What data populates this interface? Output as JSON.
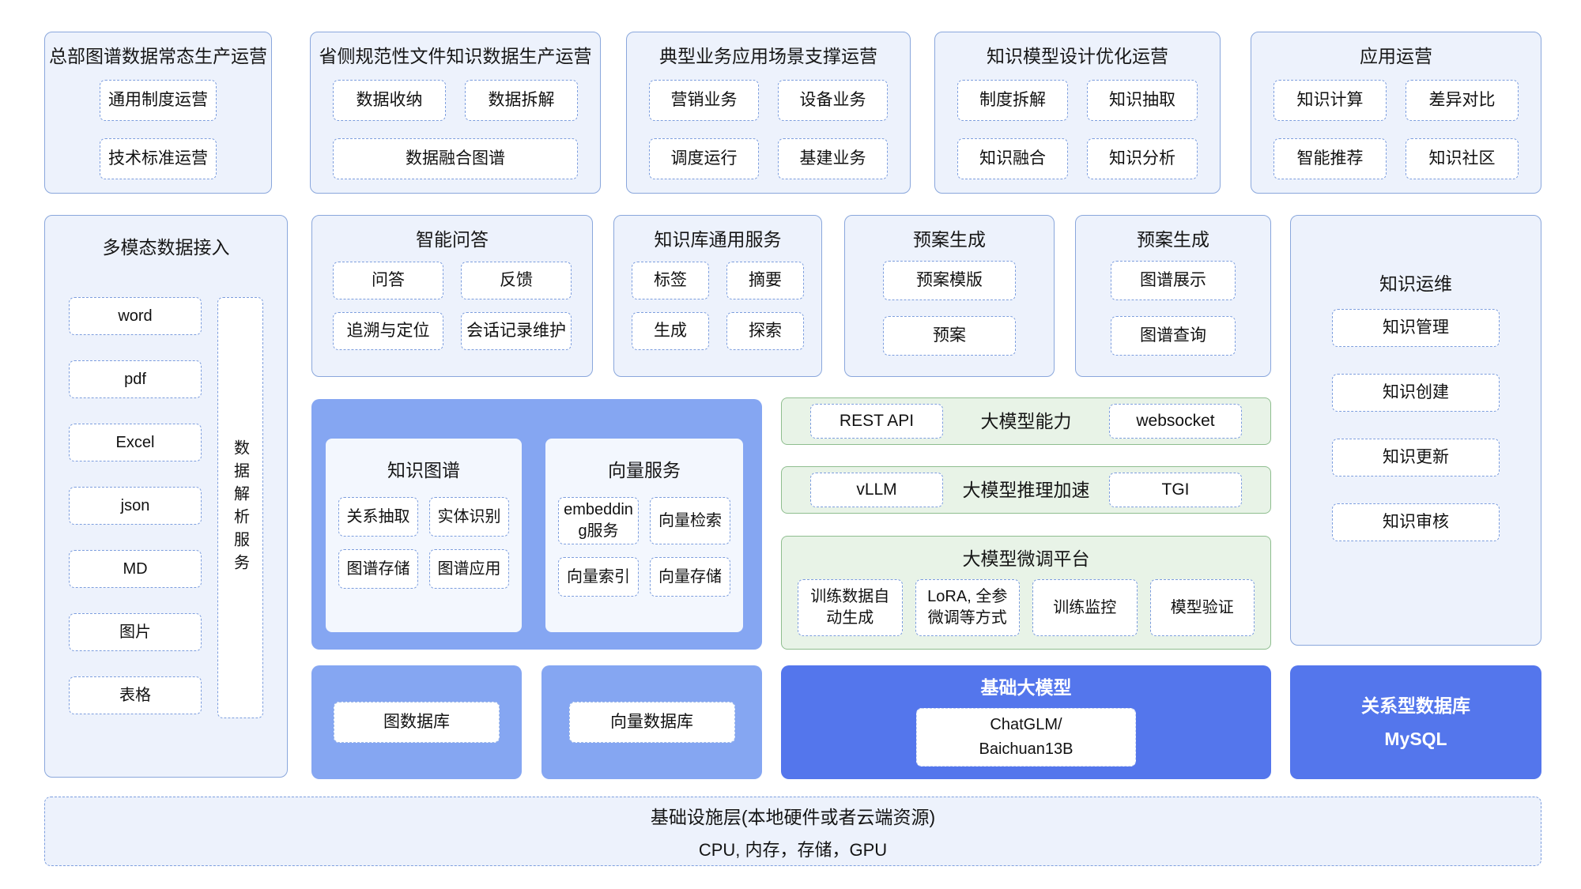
{
  "colors": {
    "panel_bg": "#edf2fc",
    "panel_border": "#8aa7dc",
    "chip_dashed_border": "#7d9ede",
    "medium_blue": "#85a6f2",
    "dark_blue": "#5476ec",
    "subpanel_bg": "#f3f7fe",
    "green_bg": "#e8f3e7",
    "green_border": "#8fbe8f",
    "text": "#161616",
    "white_text": "#ffffff"
  },
  "top_row": [
    {
      "title": "总部图谱数据常态生产运营",
      "chips": [
        "通用制度运营",
        "技术标准运营"
      ]
    },
    {
      "title": "省侧规范性文件知识数据生产运营",
      "chips": [
        "数据收纳",
        "数据拆解",
        "数据融合图谱"
      ]
    },
    {
      "title": "典型业务应用场景支撑运营",
      "chips": [
        "营销业务",
        "设备业务",
        "调度运行",
        "基建业务"
      ]
    },
    {
      "title": "知识模型设计优化运营",
      "chips": [
        "制度拆解",
        "知识抽取",
        "知识融合",
        "知识分析"
      ]
    },
    {
      "title": "应用运营",
      "chips": [
        "知识计算",
        "差异对比",
        "智能推荐",
        "知识社区"
      ]
    }
  ],
  "multimodal": {
    "title": "多模态数据接入",
    "chips": [
      "word",
      "pdf",
      "Excel",
      "json",
      "MD",
      "图片",
      "表格"
    ],
    "side_label": "数据解析服务"
  },
  "qa": {
    "title": "智能问答",
    "chips": [
      "问答",
      "反馈",
      "追溯与定位",
      "会话记录维护"
    ]
  },
  "kb": {
    "title": "知识库通用服务",
    "chips": [
      "标签",
      "摘要",
      "生成",
      "探索"
    ]
  },
  "plan1": {
    "title": "预案生成",
    "chips": [
      "预案模版",
      "预案"
    ]
  },
  "plan2": {
    "title": "预案生成",
    "chips": [
      "图谱展示",
      "图谱查询"
    ]
  },
  "ops": {
    "title": "知识运维",
    "chips": [
      "知识管理",
      "知识创建",
      "知识更新",
      "知识审核"
    ]
  },
  "kg": {
    "title": "知识图谱",
    "chips": [
      "关系抽取",
      "实体识别",
      "图谱存储",
      "图谱应用"
    ]
  },
  "vector": {
    "title": "向量服务",
    "chips": [
      "embedding服务",
      "向量检索",
      "向量索引",
      "向量存储"
    ]
  },
  "llm_ability": {
    "title": "大模型能力",
    "left_chip": "REST API",
    "right_chip": "websocket"
  },
  "llm_accel": {
    "title": "大模型推理加速",
    "left_chip": "vLLM",
    "right_chip": "TGI"
  },
  "finetune": {
    "title": "大模型微调平台",
    "chips": [
      "训练数据自动生成",
      "LoRA, 全参微调等方式",
      "训练监控",
      "模型验证"
    ]
  },
  "graph_db": {
    "chip": "图数据库"
  },
  "vector_db": {
    "chip": "向量数据库"
  },
  "base_model": {
    "title": "基础大模型",
    "chip_line1": "ChatGLM/",
    "chip_line2": "Baichuan13B"
  },
  "mysql": {
    "line1": "关系型数据库",
    "line2": "MySQL"
  },
  "infra": {
    "line1": "基础设施层(本地硬件或者云端资源)",
    "line2": "CPU, 内存，存储，GPU"
  }
}
